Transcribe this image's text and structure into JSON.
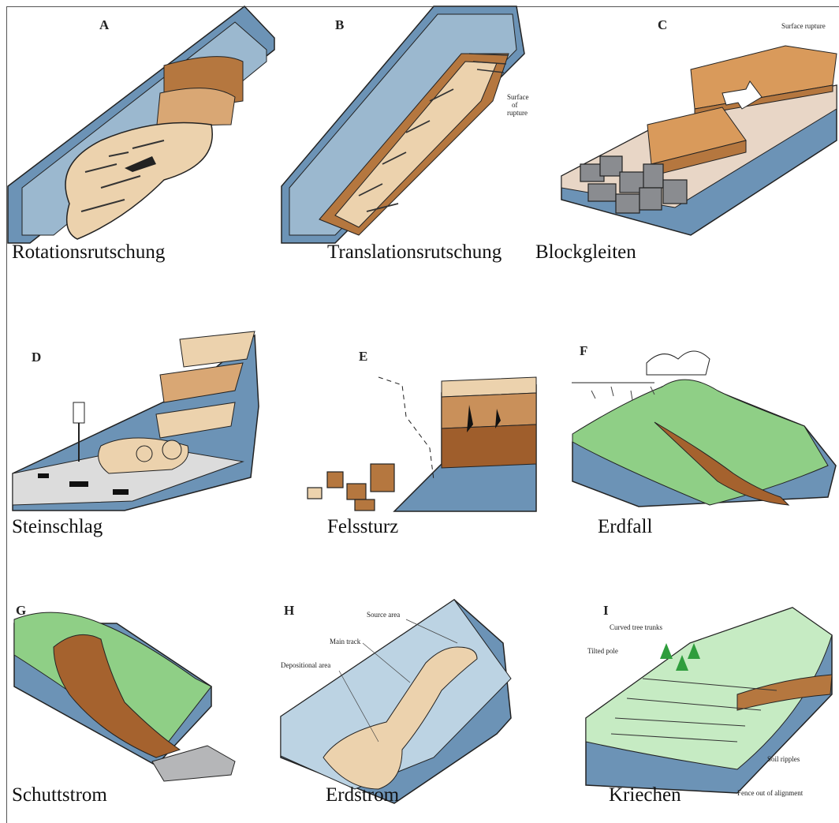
{
  "panels": [
    {
      "letter": "A",
      "caption": "Rotationsrutschung"
    },
    {
      "letter": "B",
      "caption": "Translationsrutschung",
      "annotations": {
        "surface_of_rupture_1": "Surface",
        "surface_of_rupture_2": "of",
        "surface_of_rupture_3": "rupture"
      }
    },
    {
      "letter": "C",
      "caption": "Blockgleiten",
      "annotations": {
        "surface_rupture": "Surface rupture"
      }
    },
    {
      "letter": "D",
      "caption": "Steinschlag"
    },
    {
      "letter": "E",
      "caption": "Felssturz"
    },
    {
      "letter": "F",
      "caption": "Erdfall"
    },
    {
      "letter": "G",
      "caption": "Schuttstrom"
    },
    {
      "letter": "H",
      "caption": "Erdstrom",
      "annotations": {
        "source_area": "Source area",
        "main_track": "Main track",
        "depositional_area": "Depositional area"
      }
    },
    {
      "letter": "I",
      "caption": "Kriechen",
      "annotations": {
        "curved_tree_trunks": "Curved tree trunks",
        "tilted_pole": "Tilted pole",
        "soil_ripples": "Soil ripples",
        "fence_out_of_alignment": "Fence out of alignment"
      }
    }
  ],
  "colors": {
    "slope_blue": "#6c93b6",
    "slope_blue_light": "#9bb8cf",
    "earth_brown": "#b5773f",
    "sand": "#ecd2ad",
    "green": "#8fcf86",
    "light_green": "#c6ebc3",
    "rock_gray": "#8a8c90"
  }
}
